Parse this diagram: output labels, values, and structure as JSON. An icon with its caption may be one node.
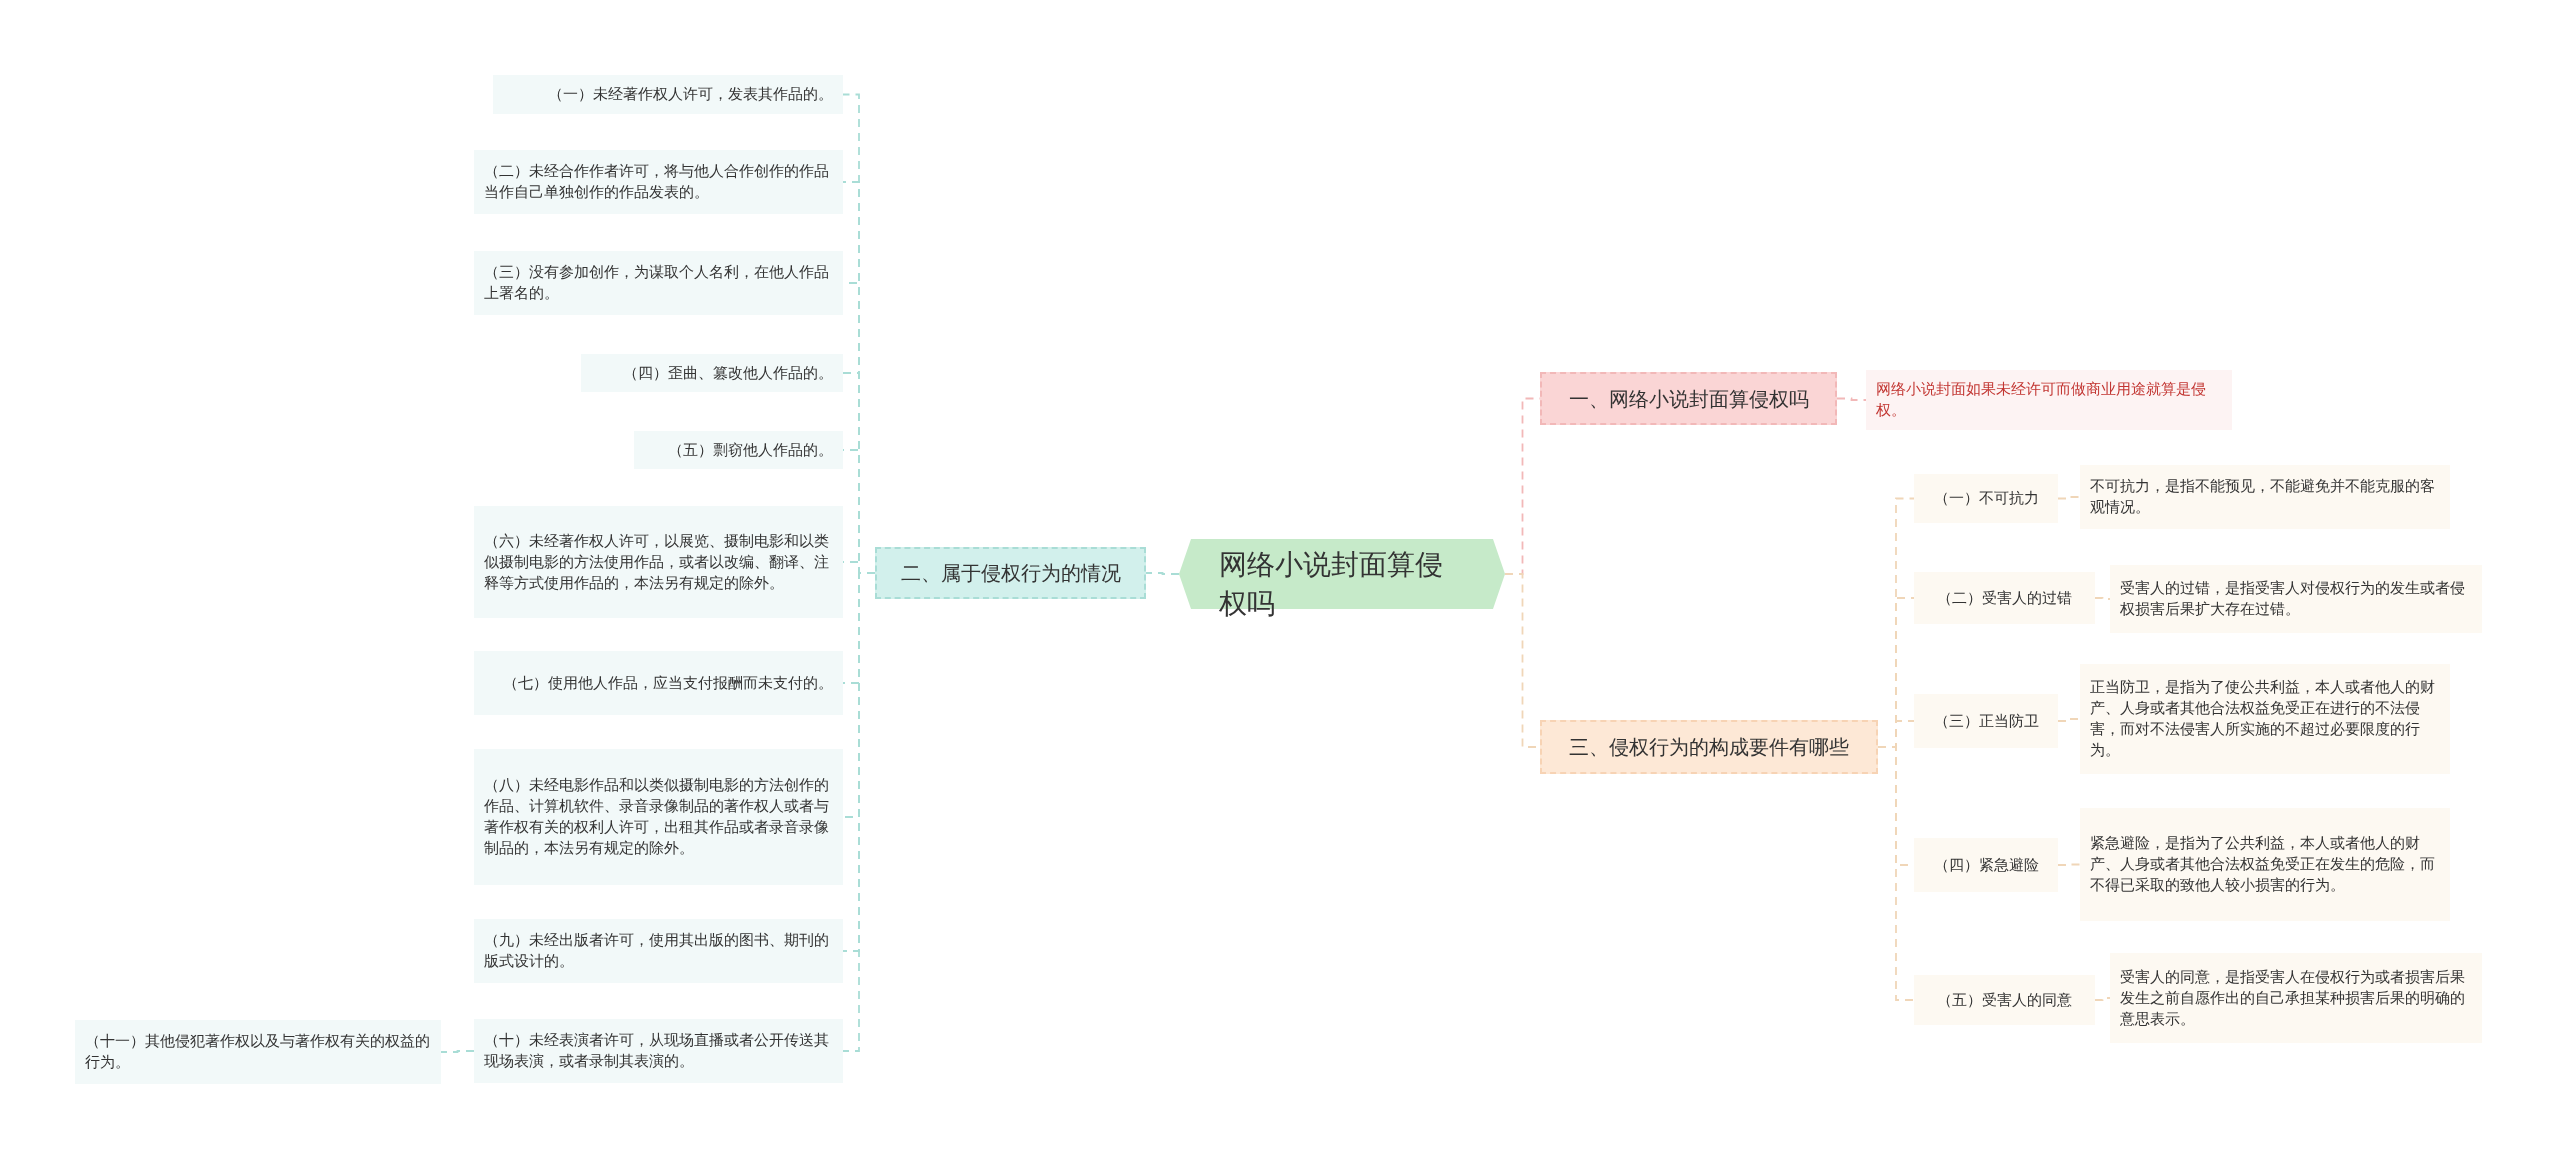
{
  "diagram": {
    "nodes": [
      {
        "text": [
          "网络小说封面算侵权吗"
        ]
      },
      {
        "text": [
          "二、属于侵权行为的情况"
        ]
      },
      {
        "text": [
          "（一）未经著作权人许可，发表其作品的。"
        ]
      },
      {
        "text": [
          "（二）未经合作作者许可，将与他人合作创作的作品当作自己单独创作的作品发表的。"
        ]
      },
      {
        "text": [
          "（三）没有参加创作，为谋取个人名利，在他人作品上署名的。"
        ]
      },
      {
        "text": [
          "（四）歪曲、篡改他人作品的。"
        ]
      },
      {
        "text": [
          "（五）剽窃他人作品的。"
        ]
      },
      {
        "text": [
          "（六）未经著作权人许可，以展览、摄制电影和以类似摄制电影的方法使用作品，或者以改编、翻译、注释等方式使用作品的，本法另有规定的除外。"
        ]
      },
      {
        "text": [
          "（七）使用他人作品，应当支付报酬而未支付的。"
        ]
      },
      {
        "text": [
          "（八）未经电影作品和以类似摄制电影的方法创作的作品、计算机软件、录音录像制品的著作权人或者与著作权有关的权利人许可，出租其作品或者录音录像制品的，本法另有规定的除外。"
        ]
      },
      {
        "text": [
          "（九）未经出版者许可，使用其出版的图书、期刊的版式设计的。"
        ]
      },
      {
        "text": [
          "（十）未经表演者许可，从现场直播或者公开传送其现场表演，或者录制其表演的。"
        ]
      },
      {
        "text": [
          "（十一）其他侵犯著作权以及与著作权有关的权益的行为。"
        ]
      },
      {
        "text": [
          "一、网络小说封面算侵权吗"
        ]
      },
      {
        "text": [
          "网络小说封面如果未经许可而做商业用途就算是侵权。"
        ]
      },
      {
        "text": [
          "三、侵权行为的构成要件有哪些"
        ]
      },
      {
        "text": [
          "（一）不可抗力"
        ]
      },
      {
        "text": [
          "不可抗力，是指不能预见，不能避免并不能克服的客观情况。"
        ]
      },
      {
        "text": [
          "（二）受害人的过错"
        ]
      },
      {
        "text": [
          "受害人的过错，是指受害人对侵权行为的发生或者侵权损害后果扩大存在过错。"
        ]
      },
      {
        "text": [
          "（三）正当防卫"
        ]
      },
      {
        "text": [
          "正当防卫，是指为了使公共利益，本人或者他人的财产、人身或者其他合法权益免受正在进行的不法侵害，而对不法侵害人所实施的不超过必要限度的行为。"
        ]
      },
      {
        "text": [
          "（四）紧急避险"
        ]
      },
      {
        "text": [
          "紧急避险，是指为了公共利益，本人或者他人的财产、人身或者其他合法权益免受正在发生的危险，而不得已采取的致他人较小损害的行为。"
        ]
      },
      {
        "text": [
          "（五）受害人的同意"
        ]
      },
      {
        "text": [
          "受害人的同意，是指受害人在侵权行为或者损害后果发生之前自愿作出的自己承担某种损害后果的明确的意思表示。"
        ]
      }
    ],
    "edges": [
      {
        "from": 0,
        "to": 1,
        "arrow": "none",
        "style": "dashed",
        "color": "#a9ddd6"
      },
      {
        "from": 1,
        "to": 2,
        "arrow": "none",
        "style": "dashed",
        "color": "#a9ddd6"
      },
      {
        "from": 1,
        "to": 3,
        "arrow": "none",
        "style": "dashed",
        "color": "#a9ddd6"
      },
      {
        "from": 1,
        "to": 4,
        "arrow": "none",
        "style": "dashed",
        "color": "#a9ddd6"
      },
      {
        "from": 1,
        "to": 5,
        "arrow": "none",
        "style": "dashed",
        "color": "#a9ddd6"
      },
      {
        "from": 1,
        "to": 6,
        "arrow": "none",
        "style": "dashed",
        "color": "#a9ddd6"
      },
      {
        "from": 1,
        "to": 7,
        "arrow": "none",
        "style": "dashed",
        "color": "#a9ddd6"
      },
      {
        "from": 1,
        "to": 8,
        "arrow": "none",
        "style": "dashed",
        "color": "#a9ddd6"
      },
      {
        "from": 1,
        "to": 9,
        "arrow": "none",
        "style": "dashed",
        "color": "#a9ddd6"
      },
      {
        "from": 1,
        "to": 10,
        "arrow": "none",
        "style": "dashed",
        "color": "#a9ddd6"
      },
      {
        "from": 1,
        "to": 11,
        "arrow": "none",
        "style": "dashed",
        "color": "#a9ddd6"
      },
      {
        "from": 11,
        "to": 12,
        "arrow": "none",
        "style": "dashed",
        "color": "#a9ddd6"
      },
      {
        "from": 0,
        "to": 13,
        "arrow": "none",
        "style": "dashed",
        "color": "#f2b8b8"
      },
      {
        "from": 13,
        "to": 14,
        "arrow": "none",
        "style": "dashed",
        "color": "#f2b8b8"
      },
      {
        "from": 0,
        "to": 15,
        "arrow": "none",
        "style": "dashed",
        "color": "#f0d6b8"
      },
      {
        "from": 15,
        "to": 16,
        "arrow": "none",
        "style": "dashed",
        "color": "#f0d6b8"
      },
      {
        "from": 16,
        "to": 17,
        "arrow": "none",
        "style": "dashed",
        "color": "#f0d6b8"
      },
      {
        "from": 15,
        "to": 18,
        "arrow": "none",
        "style": "dashed",
        "color": "#f0d6b8"
      },
      {
        "from": 18,
        "to": 19,
        "arrow": "none",
        "style": "dashed",
        "color": "#f0d6b8"
      },
      {
        "from": 15,
        "to": 20,
        "arrow": "none",
        "style": "dashed",
        "color": "#f0d6b8"
      },
      {
        "from": 20,
        "to": 21,
        "arrow": "none",
        "style": "dashed",
        "color": "#f0d6b8"
      },
      {
        "from": 15,
        "to": 22,
        "arrow": "none",
        "style": "dashed",
        "color": "#f0d6b8"
      },
      {
        "from": 22,
        "to": 23,
        "arrow": "none",
        "style": "dashed",
        "color": "#f0d6b8"
      },
      {
        "from": 15,
        "to": 24,
        "arrow": "none",
        "style": "dashed",
        "color": "#f0d6b8"
      },
      {
        "from": 24,
        "to": 25,
        "arrow": "none",
        "style": "dashed",
        "color": "#f0d6b8"
      }
    ]
  }
}
